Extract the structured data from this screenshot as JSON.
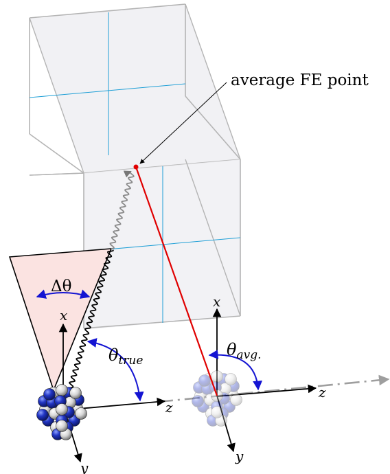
{
  "labels": {
    "callout": "average FE point",
    "delta_theta": "Δθ",
    "theta_true_symbol": "θ",
    "theta_true_sub": "true",
    "theta_avg_symbol": "θ",
    "theta_avg_sub": "avg.",
    "axis_x_left": "x",
    "axis_y_left": "y",
    "axis_z_left": "z",
    "axis_x_right": "x",
    "axis_y_right": "y",
    "axis_z_right": "z"
  },
  "colors": {
    "panel_fill": "#f0f0f3",
    "panel_edge": "#b4b4b4",
    "grid_line": "#1e9fd6",
    "cone_fill": "#fbe3e1",
    "red_track": "#e00000",
    "arc_blue": "#1414d2",
    "nucleus_blue": "#1a2fa8",
    "nucleus_white": "#e8e8e8",
    "beam_gray": "#9e9e9e"
  }
}
